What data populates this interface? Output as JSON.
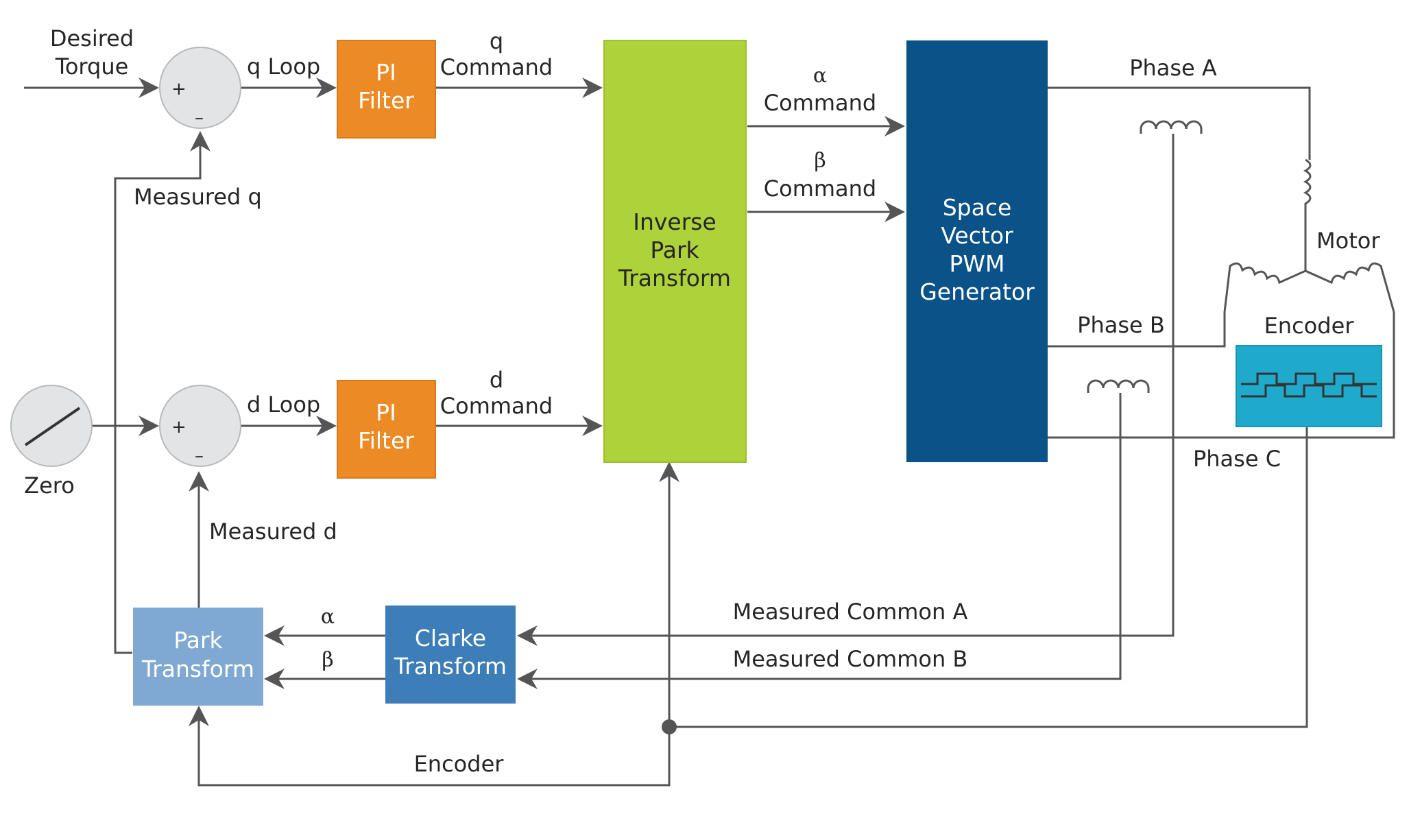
{
  "colors": {
    "pi_filter": "#EC8B25",
    "inverse_park": "#AED23A",
    "space_vector": "#0B5288",
    "park": "#7FA9D3",
    "clarke": "#3D7DB8",
    "encoder_box": "#1FAACB",
    "summer": "#E3E4E5",
    "wire": "#555555"
  },
  "labels": {
    "desired_torque": [
      "Desired",
      "Torque"
    ],
    "q_loop": "q Loop",
    "q_command": [
      "q",
      "Command"
    ],
    "measured_q": "Measured q",
    "zero": "Zero",
    "d_loop": "d Loop",
    "d_command": [
      "d",
      "Command"
    ],
    "measured_d": "Measured d",
    "alpha_command": [
      "α",
      "Command"
    ],
    "beta_command": [
      "β",
      "Command"
    ],
    "phase_a": "Phase A",
    "phase_b": "Phase B",
    "phase_c": "Phase C",
    "motor": "Motor",
    "encoder_top": "Encoder",
    "measured_common_a": "Measured Common A",
    "measured_common_b": "Measured Common B",
    "alpha": "α",
    "beta": "β",
    "encoder_bottom": "Encoder"
  },
  "blocks": {
    "pi_filter_q": [
      "PI",
      "Filter"
    ],
    "pi_filter_d": [
      "PI",
      "Filter"
    ],
    "inverse_park": [
      "Inverse",
      "Park",
      "Transform"
    ],
    "space_vector": [
      "Space",
      "Vector",
      "PWM",
      "Generator"
    ],
    "park": [
      "Park",
      "Transform"
    ],
    "clarke": [
      "Clarke",
      "Transform"
    ]
  },
  "summer_signs": {
    "plus": "+",
    "minus": "–"
  }
}
